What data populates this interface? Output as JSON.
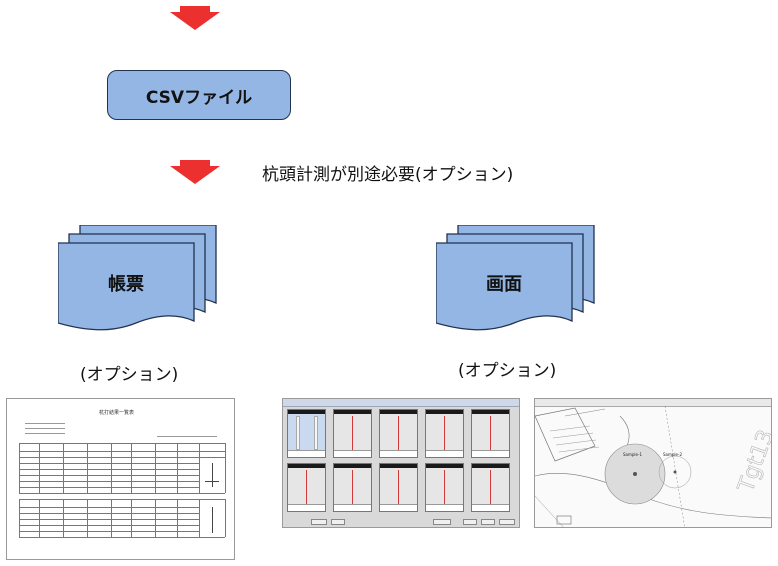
{
  "flow": {
    "csv_label": "CSVファイル",
    "note": "杭頭計測が別途必要(オプション)"
  },
  "outputs": {
    "report": {
      "label": "帳票",
      "option": "(オプション)"
    },
    "screen": {
      "label": "画面",
      "option": "(オプション)"
    }
  },
  "thumbnails": {
    "report_title": "杭打結果一覧表",
    "map_labels": [
      "Sample-1",
      "Sample-2"
    ],
    "map_watermark": "Tgt13"
  },
  "colors": {
    "arrow": "#ec2f2f",
    "box_fill": "#93b6e4",
    "box_border": "#22324f"
  }
}
